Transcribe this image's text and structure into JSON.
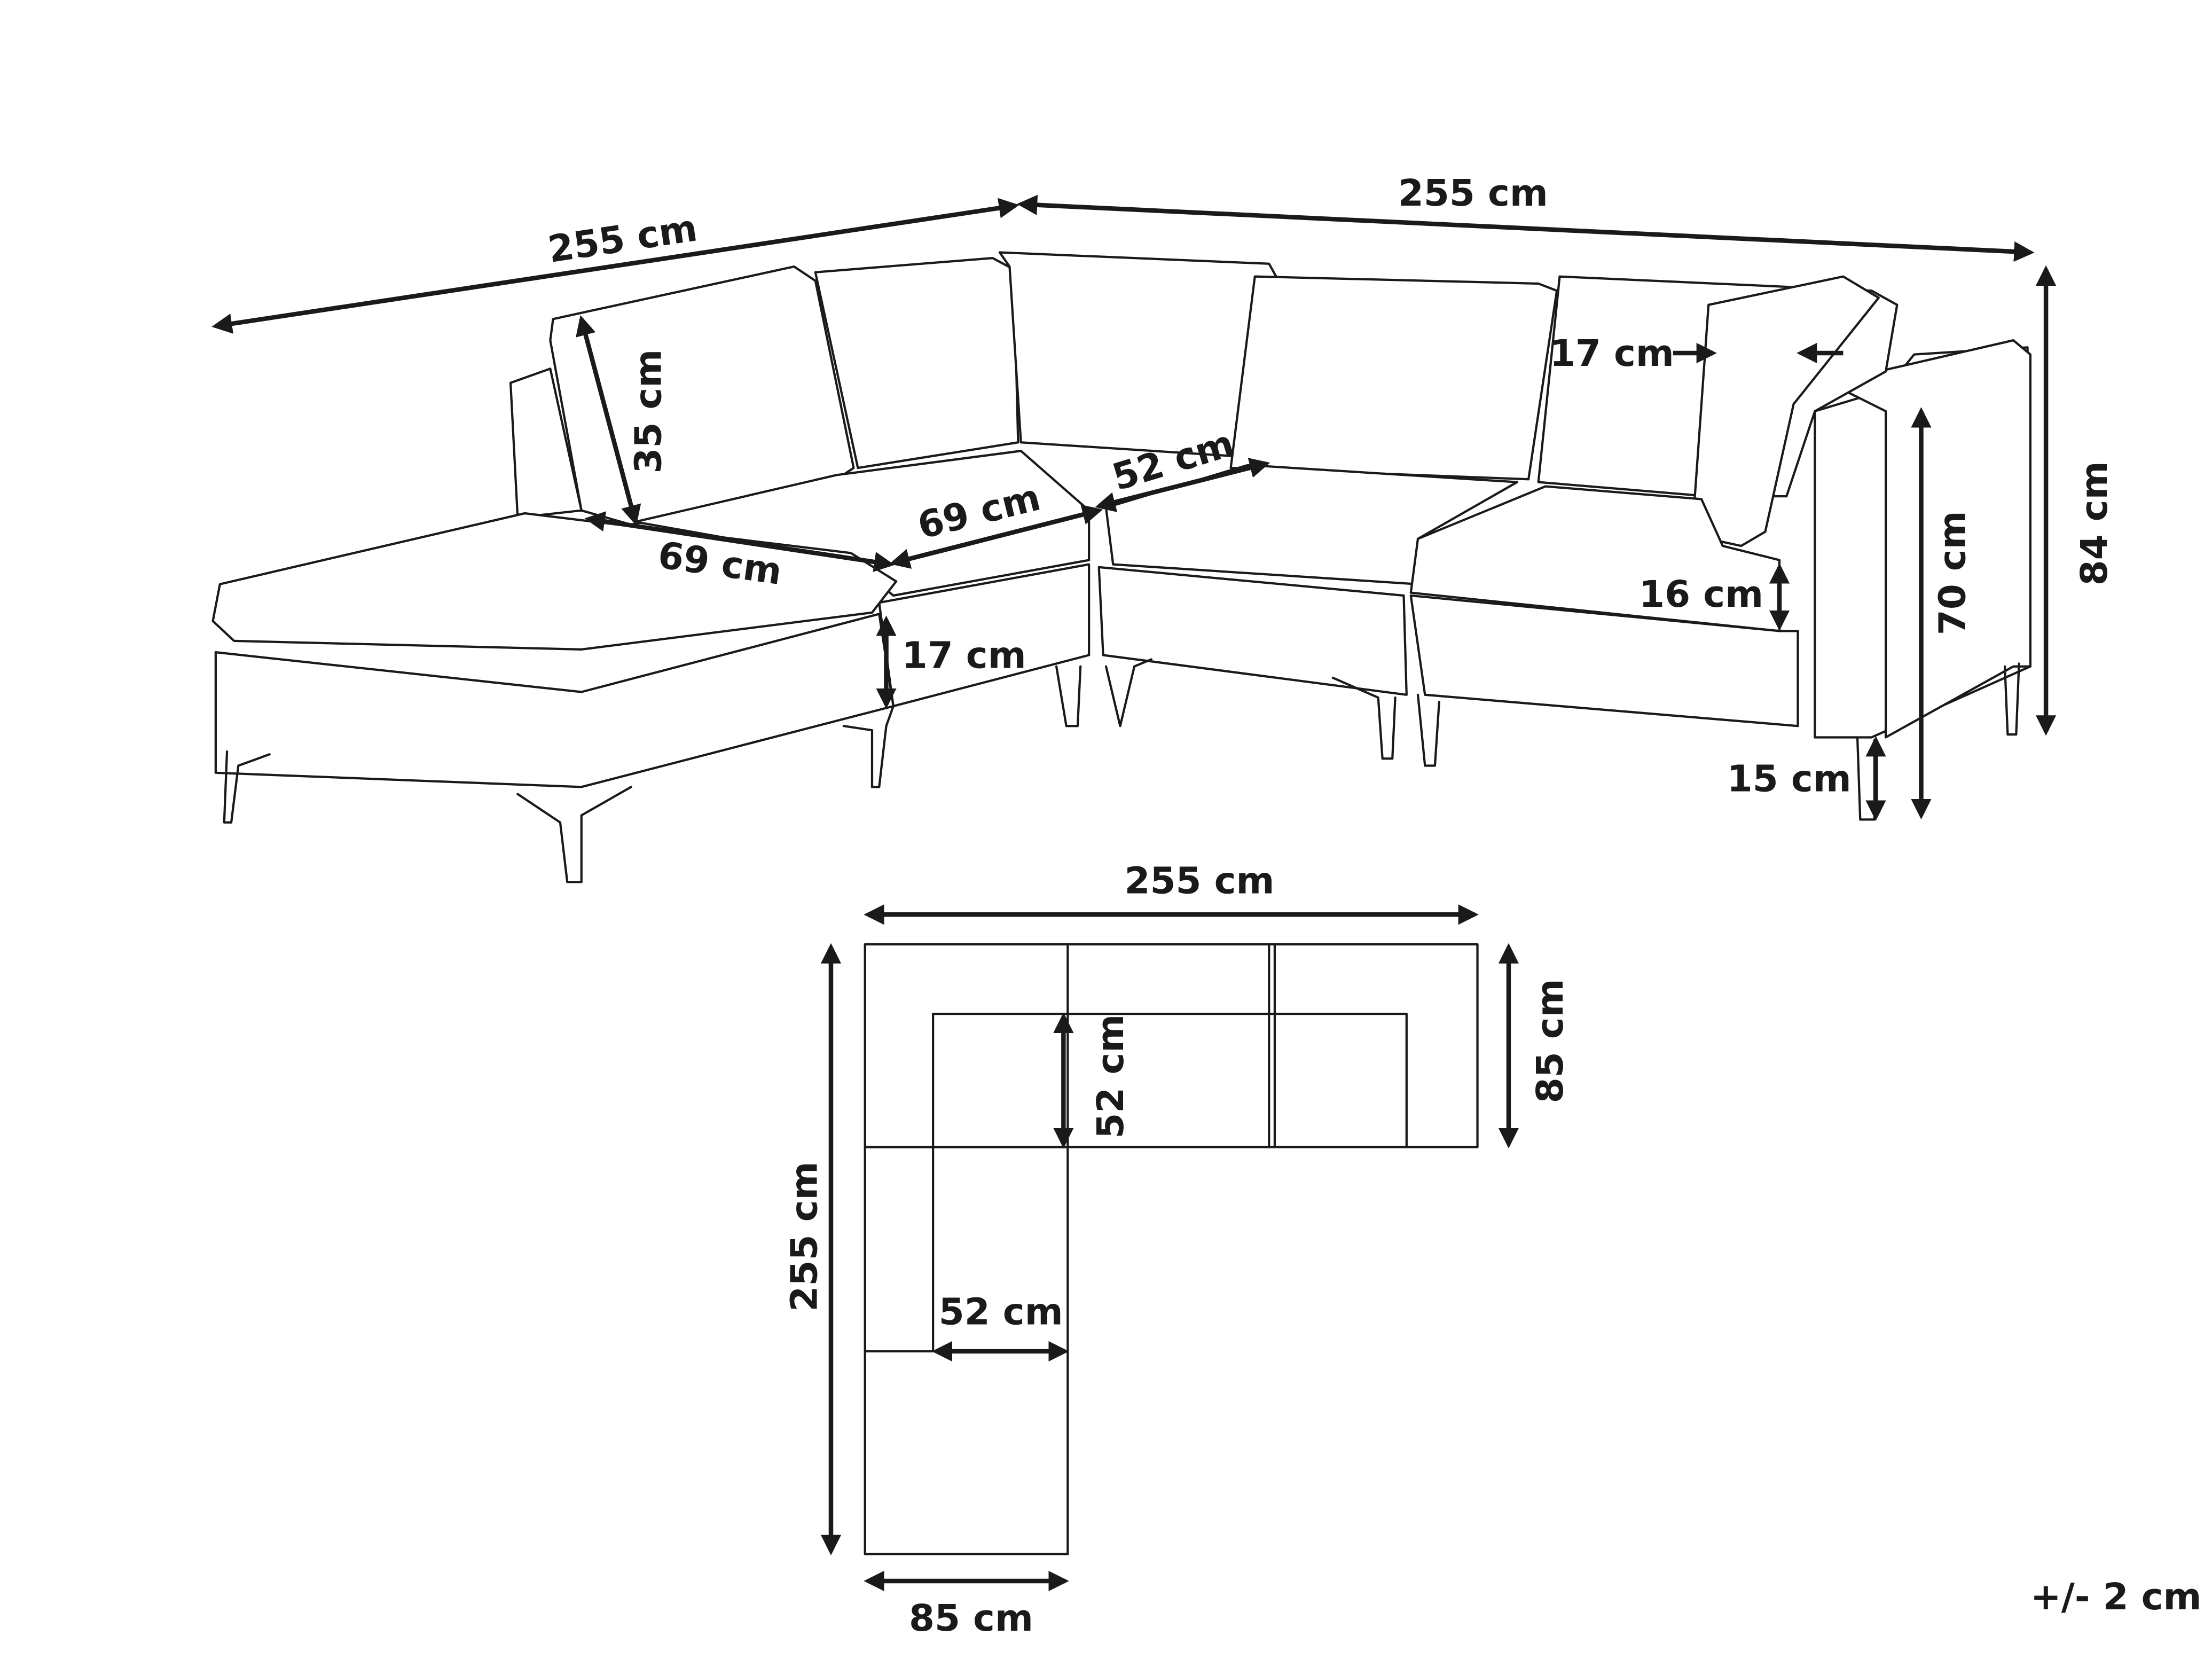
{
  "title": "Corner sofa with ottoman dimensions",
  "perspective_view": {
    "width_left": "255 cm",
    "width_right": "255 cm",
    "back_cushion_height": "35 cm",
    "ottoman_depth": "69 cm",
    "seat_depth": "69 cm",
    "seat_width": "52 cm",
    "pillow_thickness": "17 cm",
    "seat_cushion_height": "16 cm",
    "seat_height": "70 cm",
    "total_height": "84 cm",
    "leg_height": "15 cm",
    "base_height": "17 cm"
  },
  "plan_view": {
    "top_width": "255 cm",
    "right_depth": "85 cm",
    "inner_depth": "52 cm",
    "left_length": "255 cm",
    "inner_width": "52 cm",
    "bottom_width": "85 cm"
  },
  "tolerance": "+/- 2 cm"
}
